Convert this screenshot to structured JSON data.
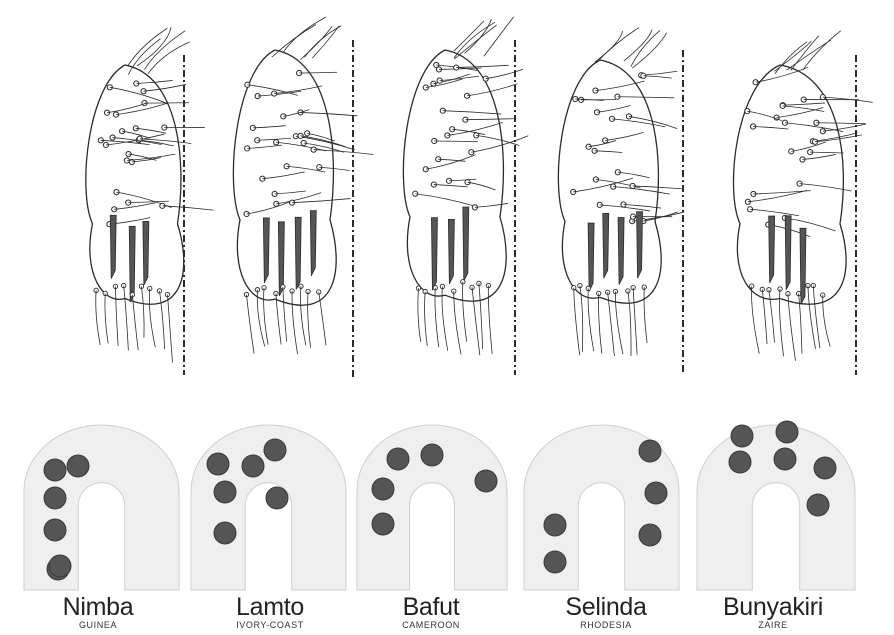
{
  "colors": {
    "ink": "#2b2b2b",
    "spine": "#c8c8c8",
    "plate": "#efefef",
    "spot": "#555555"
  },
  "specimens": [
    {
      "name": "Nimba",
      "region": "GUINEA",
      "spots": 6
    },
    {
      "name": "Lamto",
      "region": "IVORY-COAST",
      "spots": 6
    },
    {
      "name": "Bafut",
      "region": "CAMEROON",
      "spots": 5
    },
    {
      "name": "Selinda",
      "region": "RHODESIA",
      "spots": 5
    },
    {
      "name": "Bunyakiri",
      "region": "ZAIRE",
      "spots": 6
    }
  ]
}
